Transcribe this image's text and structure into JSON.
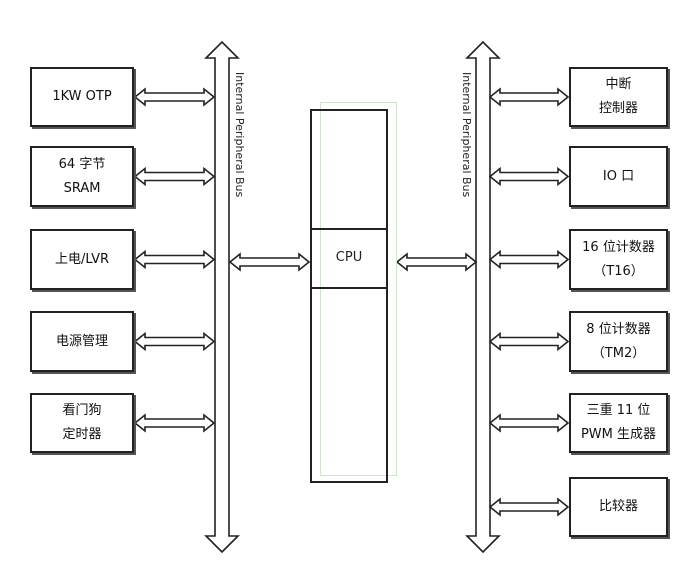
{
  "bus_label": "Internal Peripheral Bus",
  "cpu_label": "CPU",
  "left_blocks": [
    {
      "lines": [
        "1KW OTP"
      ]
    },
    {
      "lines": [
        "64 字节",
        "SRAM"
      ]
    },
    {
      "lines": [
        "上电/LVR"
      ]
    },
    {
      "lines": [
        "电源管理"
      ]
    },
    {
      "lines": [
        "看门狗",
        "定时器"
      ]
    }
  ],
  "right_blocks": [
    {
      "lines": [
        "中断",
        "控制器"
      ]
    },
    {
      "lines": [
        "IO 口"
      ]
    },
    {
      "lines": [
        "16 位计数器",
        "（T16）"
      ]
    },
    {
      "lines": [
        "8 位计数器",
        "（TM2）"
      ]
    },
    {
      "lines": [
        "三重 11 位",
        "PWM 生成器"
      ]
    },
    {
      "lines": [
        "比较器"
      ]
    }
  ]
}
